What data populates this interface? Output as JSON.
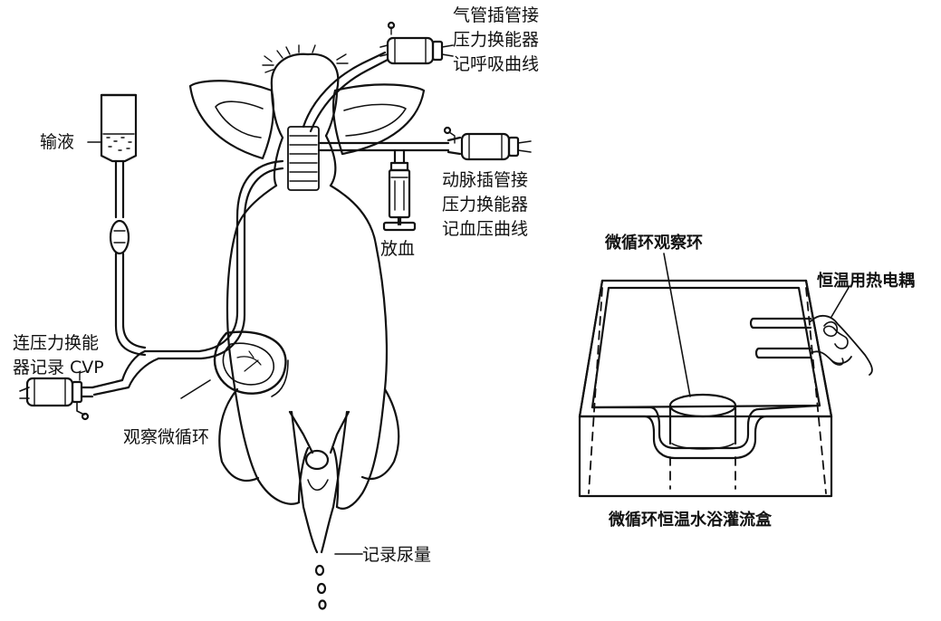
{
  "labels": {
    "trachea": [
      "气管插管接",
      "压力换能器",
      "记呼吸曲线"
    ],
    "artery": [
      "动脉插管接",
      "压力换能器",
      "记血压曲线"
    ],
    "infusion": "输液",
    "bleed": "放血",
    "cvp": [
      "连压力换能",
      "器记录 CVP"
    ],
    "observe": "观察微循环",
    "urine": "记录尿量",
    "ring": "微循环观察环",
    "thermo": "恒温用热电耦",
    "box": "微循环恒温水浴灌流盒"
  }
}
